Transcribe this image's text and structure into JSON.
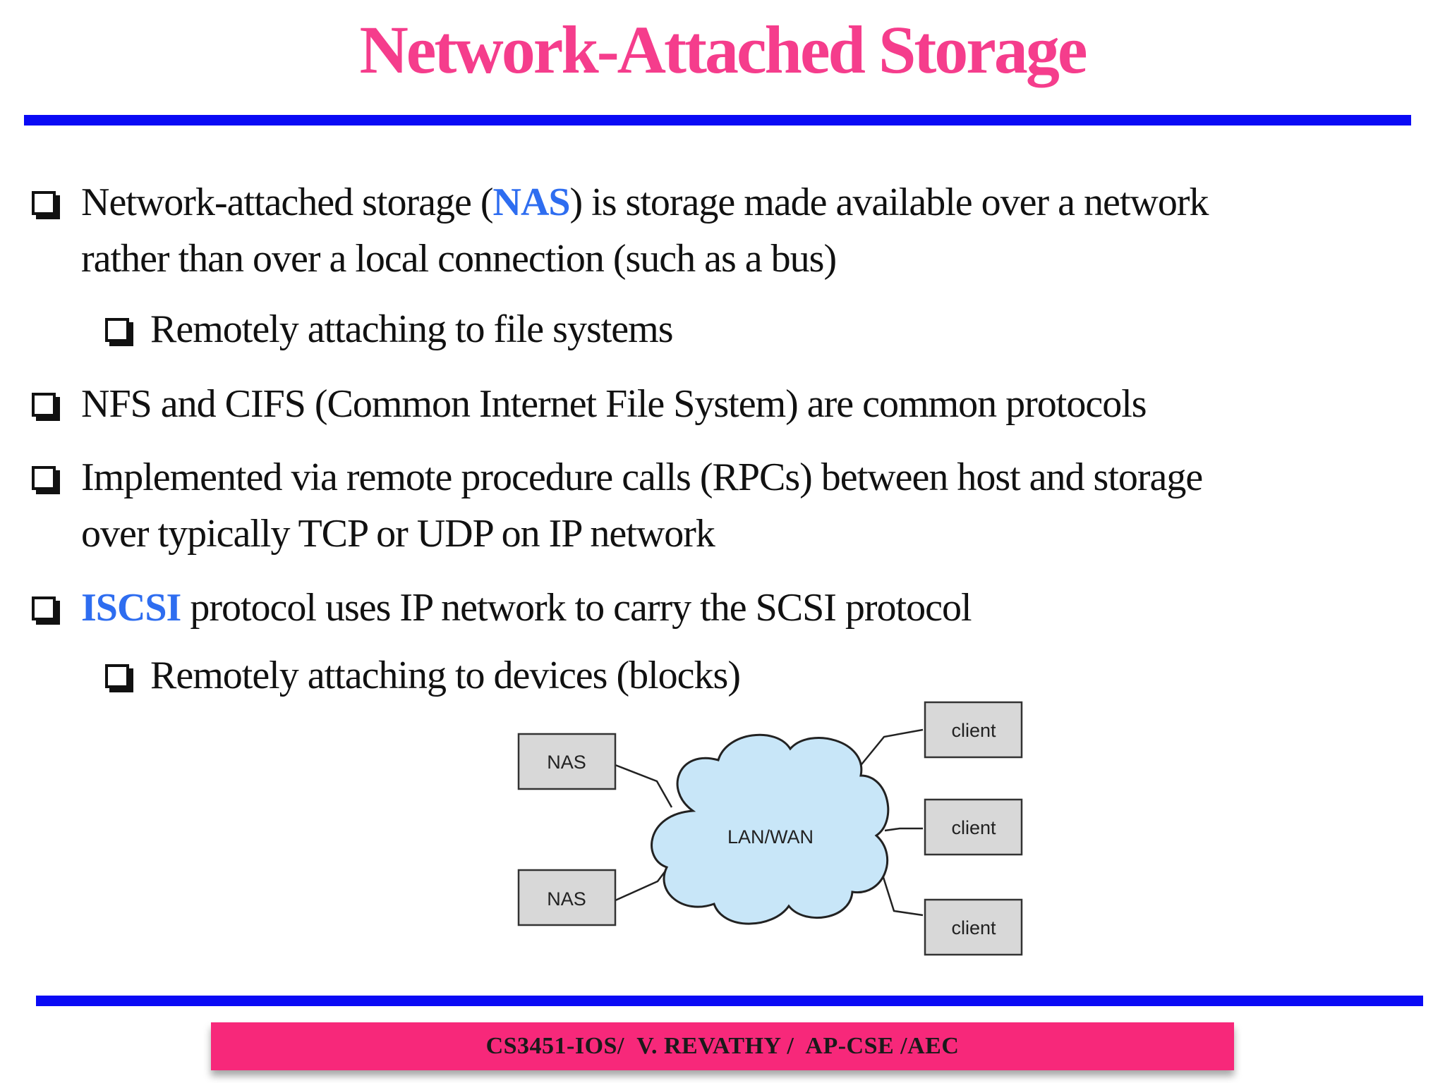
{
  "slide": {
    "title": "Network-Attached Storage",
    "colors": {
      "title": "#F53D8C",
      "rule": "#0A0AF5",
      "accent": "#2E6DF0",
      "footer_bg": "#F7287A",
      "cloud_fill": "#C8E6F8",
      "box_fill": "#D8D8D8"
    },
    "bullets": [
      {
        "lines": [
          {
            "before": "Network-attached storage (",
            "accent": "NAS",
            "after": ") is storage made available  over a network"
          },
          {
            "text": "rather than over a local connection (such  as a  bus)"
          }
        ]
      },
      {
        "text": "Remotely attaching to file  systems"
      },
      {
        "text": "NFS and CIFS (Common Internet File System) are common protocols"
      },
      {
        "lines": [
          {
            "text": "Implemented via remote procedure calls (RPCs) between  host and storage"
          },
          {
            "text": "over typically TCP or UDP on IP network"
          }
        ]
      },
      {
        "accent": "ISCSI",
        "after": " protocol uses IP network to carry the SCSI protocol"
      },
      {
        "text": "Remotely attaching to devices  (blocks)"
      }
    ],
    "diagram": {
      "network_label": "LAN/WAN",
      "nas_label": "NAS",
      "client_label": "client"
    },
    "footer": "CS3451-IOS/  V. REVATHY /  AP-CSE /AEC"
  }
}
